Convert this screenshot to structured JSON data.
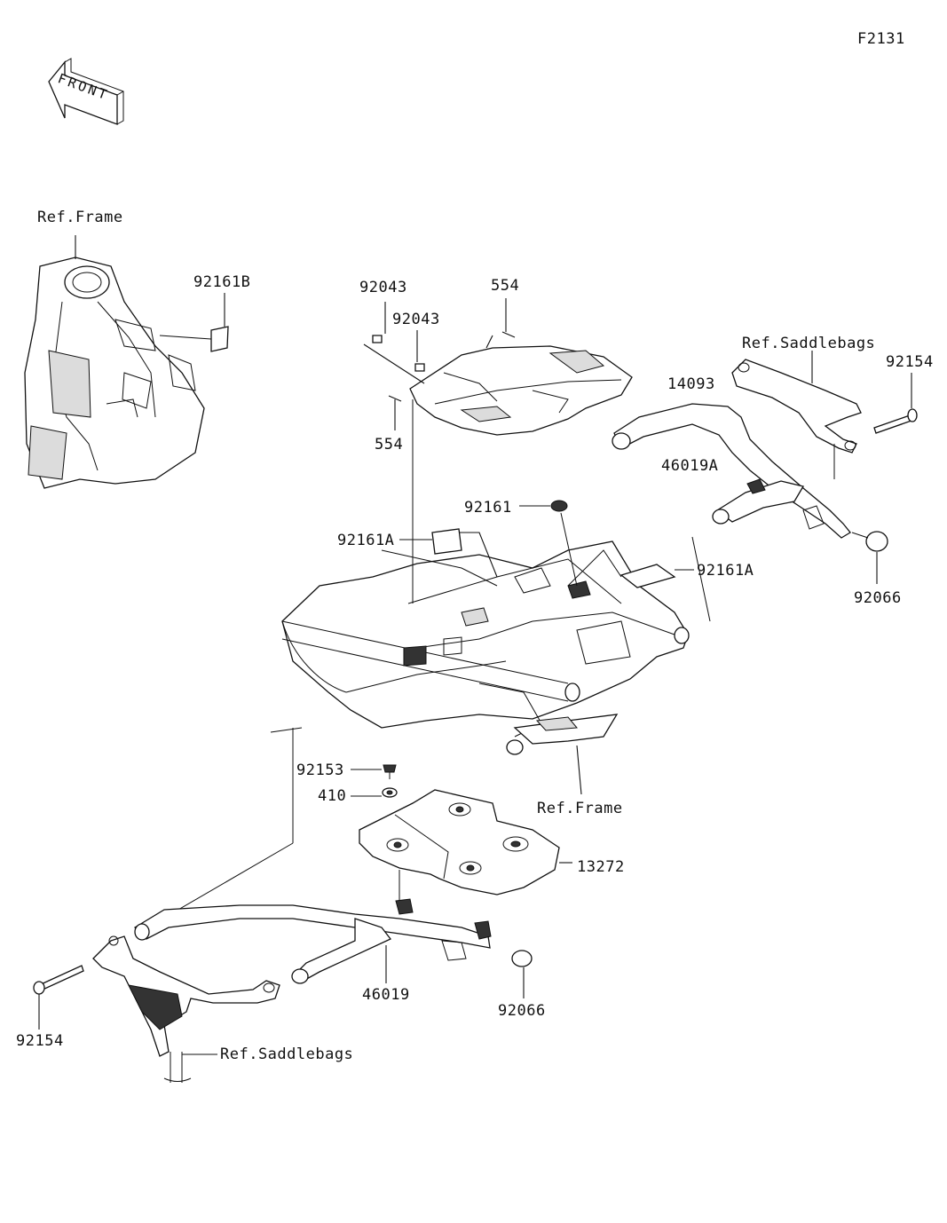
{
  "figure_id": "F2131",
  "front_arrow_label": "FRONT",
  "labels": {
    "ref_frame_top": "Ref.Frame",
    "p92161B": "92161B",
    "p92043_a": "92043",
    "p92043_b": "92043",
    "p554_top": "554",
    "p554_left": "554",
    "p14093": "14093",
    "ref_saddlebags_right": "Ref.Saddlebags",
    "p92154_right": "92154",
    "p46019A": "46019A",
    "p92161": "92161",
    "p92161A_left": "92161A",
    "p92161A_right": "92161A",
    "p92066_right": "92066",
    "p92153": "92153",
    "p410": "410",
    "ref_frame_bottom": "Ref.Frame",
    "p13272": "13272",
    "p46019": "46019",
    "p92066_bottom": "92066",
    "p92154_left": "92154",
    "ref_saddlebags_bottom": "Ref.Saddlebags"
  }
}
